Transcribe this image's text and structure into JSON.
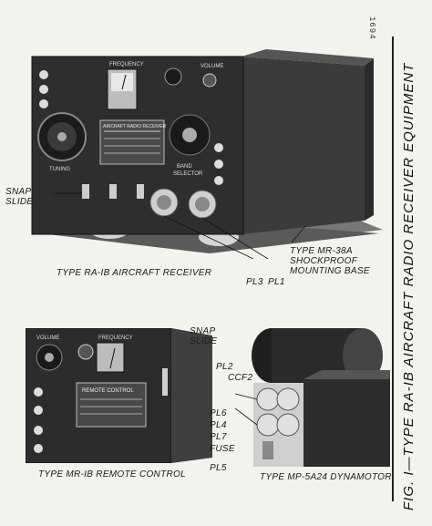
{
  "page_number": "1694",
  "figure_title": "FIG. I—TYPE RA-IB AIRCRAFT RADIO RECEIVER EQUIPMENT",
  "photos": {
    "receiver": {
      "caption": "TYPE RA-IB AIRCRAFT RECEIVER",
      "panel_texts": {
        "tuning": "TUNING",
        "band": "BAND",
        "selector": "SELECTOR",
        "nameplate": "AIRCRAFT RADIO RECEIVER",
        "frequency": "FREQUENCY",
        "volume": "VOLUME"
      },
      "callouts": {
        "snap_slide": "SNAP SLIDE",
        "mount": "TYPE MR-38A SHOCKPROOF MOUNTING BASE",
        "pl3": "PL3",
        "pl1": "PL1"
      }
    },
    "remote": {
      "caption": "TYPE MR-IB REMOTE CONTROL",
      "panel_texts": {
        "nameplate": "REMOTE CONTROL",
        "frequency": "FREQUENCY",
        "volume": "VOLUME"
      }
    },
    "dynamotor": {
      "caption": "TYPE MP-5A24 DYNAMOTOR",
      "callouts": {
        "snap_slide": "SNAP SLIDE",
        "pl2": "PL2",
        "ccf2": "CCF2",
        "pl6": "PL6",
        "pl4": "PL4",
        "pl7": "PL7",
        "fuse": "FUSE",
        "pl5": "PL5"
      }
    }
  },
  "colors": {
    "paper": "#f4f2ec",
    "ink": "#1a1a1a",
    "photo_dark": "#2a2a2a",
    "photo_mid": "#6e6e6e",
    "photo_light": "#cfcfcf"
  }
}
